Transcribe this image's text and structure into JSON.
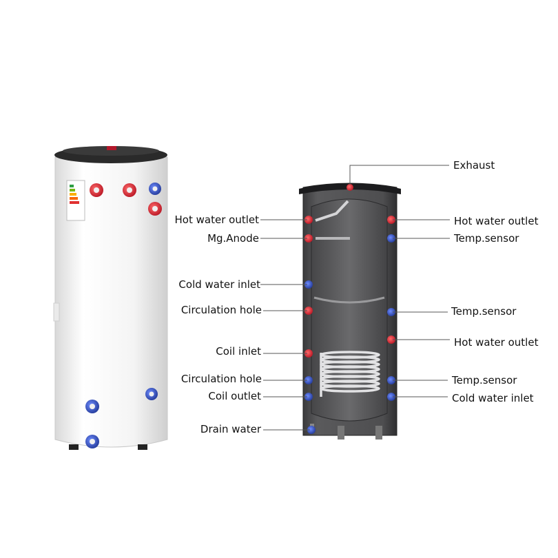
{
  "colors": {
    "background": "#ffffff",
    "tank_body": "#f3f3f3",
    "tank_lid": "#2a2a2a",
    "hot_port": "#d8293a",
    "cold_port": "#2f4fb5",
    "cutaway_shell": "#4a4a4c",
    "cutaway_inner": "#5c5c5e",
    "leader_line": "#555555"
  },
  "left_labels": [
    {
      "text": "Hot water outlet",
      "port": "hot_port"
    },
    {
      "text": "Mg.Anode",
      "port": "hot_port"
    },
    {
      "text": "Cold water inlet",
      "port": "cold_port"
    },
    {
      "text": "Circulation hole",
      "port": "hot_port"
    },
    {
      "text": "Coil inlet",
      "port": "hot_port"
    },
    {
      "text": "Circulation hole",
      "port": "cold_port"
    },
    {
      "text": "Coil outlet",
      "port": "cold_port"
    },
    {
      "text": "Drain water",
      "port": "cold_port"
    }
  ],
  "right_labels": [
    {
      "text": "Exhaust",
      "port": "hot_port"
    },
    {
      "text": "Hot water outlet",
      "port": "hot_port"
    },
    {
      "text": "Temp.sensor",
      "port": "cold_port"
    },
    {
      "text": "Temp.sensor",
      "port": "cold_port"
    },
    {
      "text": "Hot water outlet",
      "port": "hot_port"
    },
    {
      "text": "Temp.sensor",
      "port": "cold_port"
    },
    {
      "text": "Cold water inlet",
      "port": "cold_port"
    }
  ]
}
